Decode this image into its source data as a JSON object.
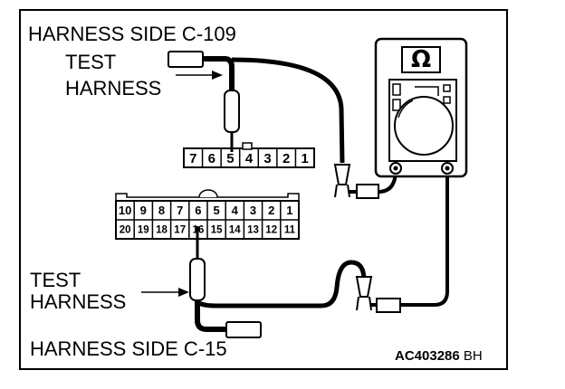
{
  "labels": {
    "harness_side_top": "HARNESS SIDE C-109",
    "test_harness_top_line1": "TEST",
    "test_harness_top_line2": "HARNESS",
    "test_harness_bottom_line1": "TEST",
    "test_harness_bottom_line2": "HARNESS",
    "harness_side_bottom": "HARNESS SIDE C-15",
    "figure_code": "AC403286",
    "figure_suffix": "BH"
  },
  "connector_c109": {
    "pins": [
      "7",
      "6",
      "5",
      "4",
      "3",
      "2",
      "1"
    ]
  },
  "connector_c15": {
    "top_row": [
      "10",
      "9",
      "8",
      "7",
      "6",
      "5",
      "4",
      "3",
      "2",
      "1"
    ],
    "bottom_row": [
      "20",
      "19",
      "18",
      "17",
      "16",
      "15",
      "14",
      "13",
      "12",
      "11"
    ]
  },
  "multimeter": {
    "symbol": "Ω",
    "icon": "ohmmeter-icon"
  }
}
